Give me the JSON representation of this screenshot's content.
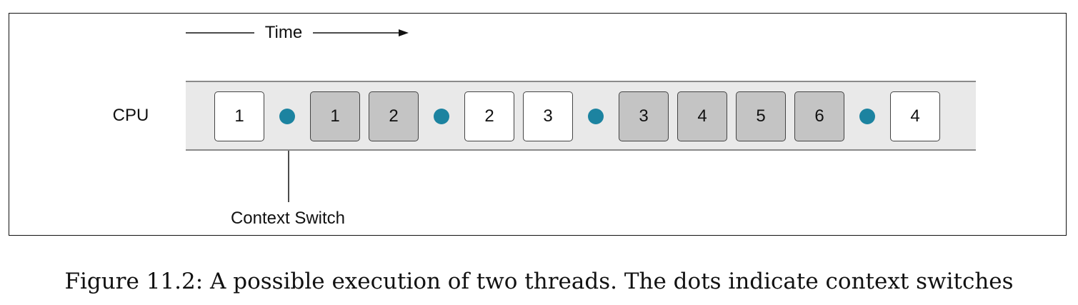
{
  "diagram": {
    "time_label": "Time",
    "cpu_label": "CPU",
    "context_switch_label": "Context Switch",
    "timeline": [
      {
        "kind": "slot",
        "thread": "a",
        "label": "1"
      },
      {
        "kind": "switch"
      },
      {
        "kind": "slot",
        "thread": "b",
        "label": "1"
      },
      {
        "kind": "slot",
        "thread": "b",
        "label": "2"
      },
      {
        "kind": "switch"
      },
      {
        "kind": "slot",
        "thread": "a",
        "label": "2"
      },
      {
        "kind": "slot",
        "thread": "a",
        "label": "3"
      },
      {
        "kind": "switch"
      },
      {
        "kind": "slot",
        "thread": "b",
        "label": "3"
      },
      {
        "kind": "slot",
        "thread": "b",
        "label": "4"
      },
      {
        "kind": "slot",
        "thread": "b",
        "label": "5"
      },
      {
        "kind": "slot",
        "thread": "b",
        "label": "6"
      },
      {
        "kind": "switch"
      },
      {
        "kind": "slot",
        "thread": "a",
        "label": "4"
      }
    ],
    "colors": {
      "thread_a_fill": "#ffffff",
      "thread_b_fill": "#c4c4c4",
      "context_switch_dot": "#1c83a0",
      "lane_fill": "#e9e9e9"
    }
  },
  "caption": "Figure 11.2: A possible execution of two threads. The dots indicate context switches"
}
